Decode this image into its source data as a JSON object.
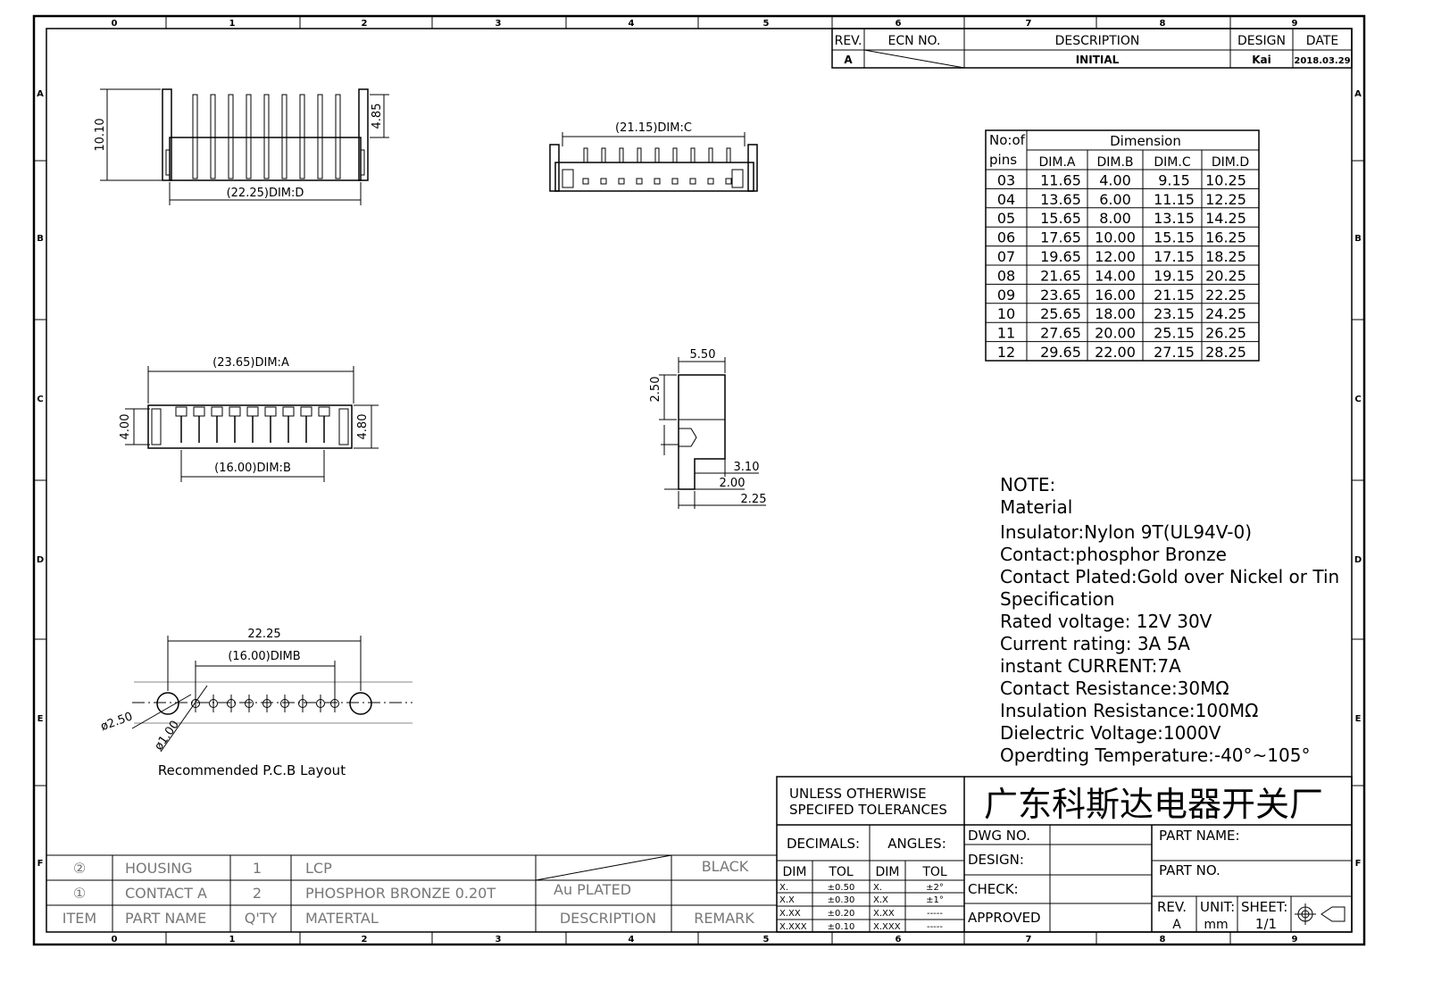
{
  "frame": {
    "cols": [
      "0",
      "1",
      "2",
      "3",
      "4",
      "5",
      "6",
      "7",
      "8",
      "9"
    ],
    "rows": [
      "A",
      "B",
      "C",
      "D",
      "E",
      "F"
    ]
  },
  "revision": {
    "headers": [
      "REV.",
      "ECN NO.",
      "DESCRIPTION",
      "DESIGN",
      "DATE"
    ],
    "row": {
      "rev": "A",
      "description": "INITIAL",
      "design": "Kai",
      "date": "2018.03.29"
    }
  },
  "views": {
    "front": {
      "height": "10.10",
      "pin_height": "4.85",
      "width": "(22.25)DIM:D"
    },
    "top": {
      "width": "(21.15)DIM:C"
    },
    "bottom": {
      "width_a": "(23.65)DIM:A",
      "width_b": "(16.00)DIM:B",
      "left_h": "4.00",
      "right_h": "4.80"
    },
    "side": {
      "top": "5.50",
      "left": "2.50",
      "d1": "3.10",
      "d2": "2.00",
      "d3": "2.25"
    },
    "pcb": {
      "overall": "22.25",
      "pitch_span": "(16.00)DIMB",
      "big_hole": "ø2.50",
      "small_hole": "ø1.00",
      "caption": "Recommended P.C.B Layout"
    }
  },
  "dimension_table": {
    "header1": "No:of",
    "header2": "pins",
    "group": "Dimension",
    "columns": [
      "DIM.A",
      "DIM.B",
      "DIM.C",
      "DIM.D"
    ],
    "rows": [
      [
        "03",
        "11.65",
        "4.00",
        "9.15",
        "10.25"
      ],
      [
        "04",
        "13.65",
        "6.00",
        "11.15",
        "12.25"
      ],
      [
        "05",
        "15.65",
        "8.00",
        "13.15",
        "14.25"
      ],
      [
        "06",
        "17.65",
        "10.00",
        "15.15",
        "16.25"
      ],
      [
        "07",
        "19.65",
        "12.00",
        "17.15",
        "18.25"
      ],
      [
        "08",
        "21.65",
        "14.00",
        "19.15",
        "20.25"
      ],
      [
        "09",
        "23.65",
        "16.00",
        "21.15",
        "22.25"
      ],
      [
        "10",
        "25.65",
        "18.00",
        "23.15",
        "24.25"
      ],
      [
        "11",
        "27.65",
        "20.00",
        "25.15",
        "26.25"
      ],
      [
        "12",
        "29.65",
        "22.00",
        "27.15",
        "28.25"
      ]
    ]
  },
  "notes": [
    "NOTE:",
    "Material",
    "Insulator:Nylon 9T(UL94V-0)",
    "Contact:phosphor Bronze",
    "Contact Plated:Gold over Nickel or Tin",
    "Specification",
    "Rated voltage: 12V 30V",
    "Current rating: 3A   5A",
    "instant CURRENT:7A",
    "Contact Resistance:30MΩ",
    "Insulation Resistance:100MΩ",
    "Dielectric Voltage:1000V",
    "Operdting Temperature:-40°~105°"
  ],
  "bom": {
    "rows": [
      {
        "item": "②",
        "name": "HOUSING",
        "qty": "1",
        "material": "LCP",
        "description": "",
        "remark": "BLACK"
      },
      {
        "item": "①",
        "name": "CONTACT A",
        "qty": "2",
        "material": "PHOSPHOR BRONZE 0.20T",
        "description": "Au PLATED",
        "remark": ""
      }
    ],
    "header": {
      "item": "ITEM",
      "name": "PART NAME",
      "qty": "Q'TY",
      "material": "MATERTAL",
      "description": "DESCRIPTION",
      "remark": "REMARK"
    }
  },
  "title_block": {
    "tolerance_title1": "UNLESS OTHERWISE",
    "tolerance_title2": "SPECIFED TOLERANCES",
    "company": "广东科斯达电器开关厂",
    "decimals": "DECIMALS:",
    "angles": "ANGLES:",
    "dim": "DIM",
    "tol": "TOL",
    "decimal_rows": [
      [
        "X.",
        "±0.50"
      ],
      [
        "X.X",
        "±0.30"
      ],
      [
        "X.XX",
        "±0.20"
      ],
      [
        "X.XXX",
        "±0.10"
      ]
    ],
    "angle_rows": [
      [
        "X.",
        "±2°"
      ],
      [
        "X.X",
        "±1°"
      ],
      [
        "X.XX",
        "-----"
      ],
      [
        "X.XXX",
        "-----"
      ]
    ],
    "dwg_no": "DWG NO.",
    "design": "DESIGN:",
    "check": "CHECK:",
    "approved": "APPROVED",
    "part_name": "PART NAME:",
    "part_no": "PART NO.",
    "rev_label": "REV.",
    "rev_value": "A",
    "unit_label": "UNIT:",
    "unit_value": "mm",
    "sheet_label": "SHEET:",
    "sheet_value": "1/1"
  }
}
